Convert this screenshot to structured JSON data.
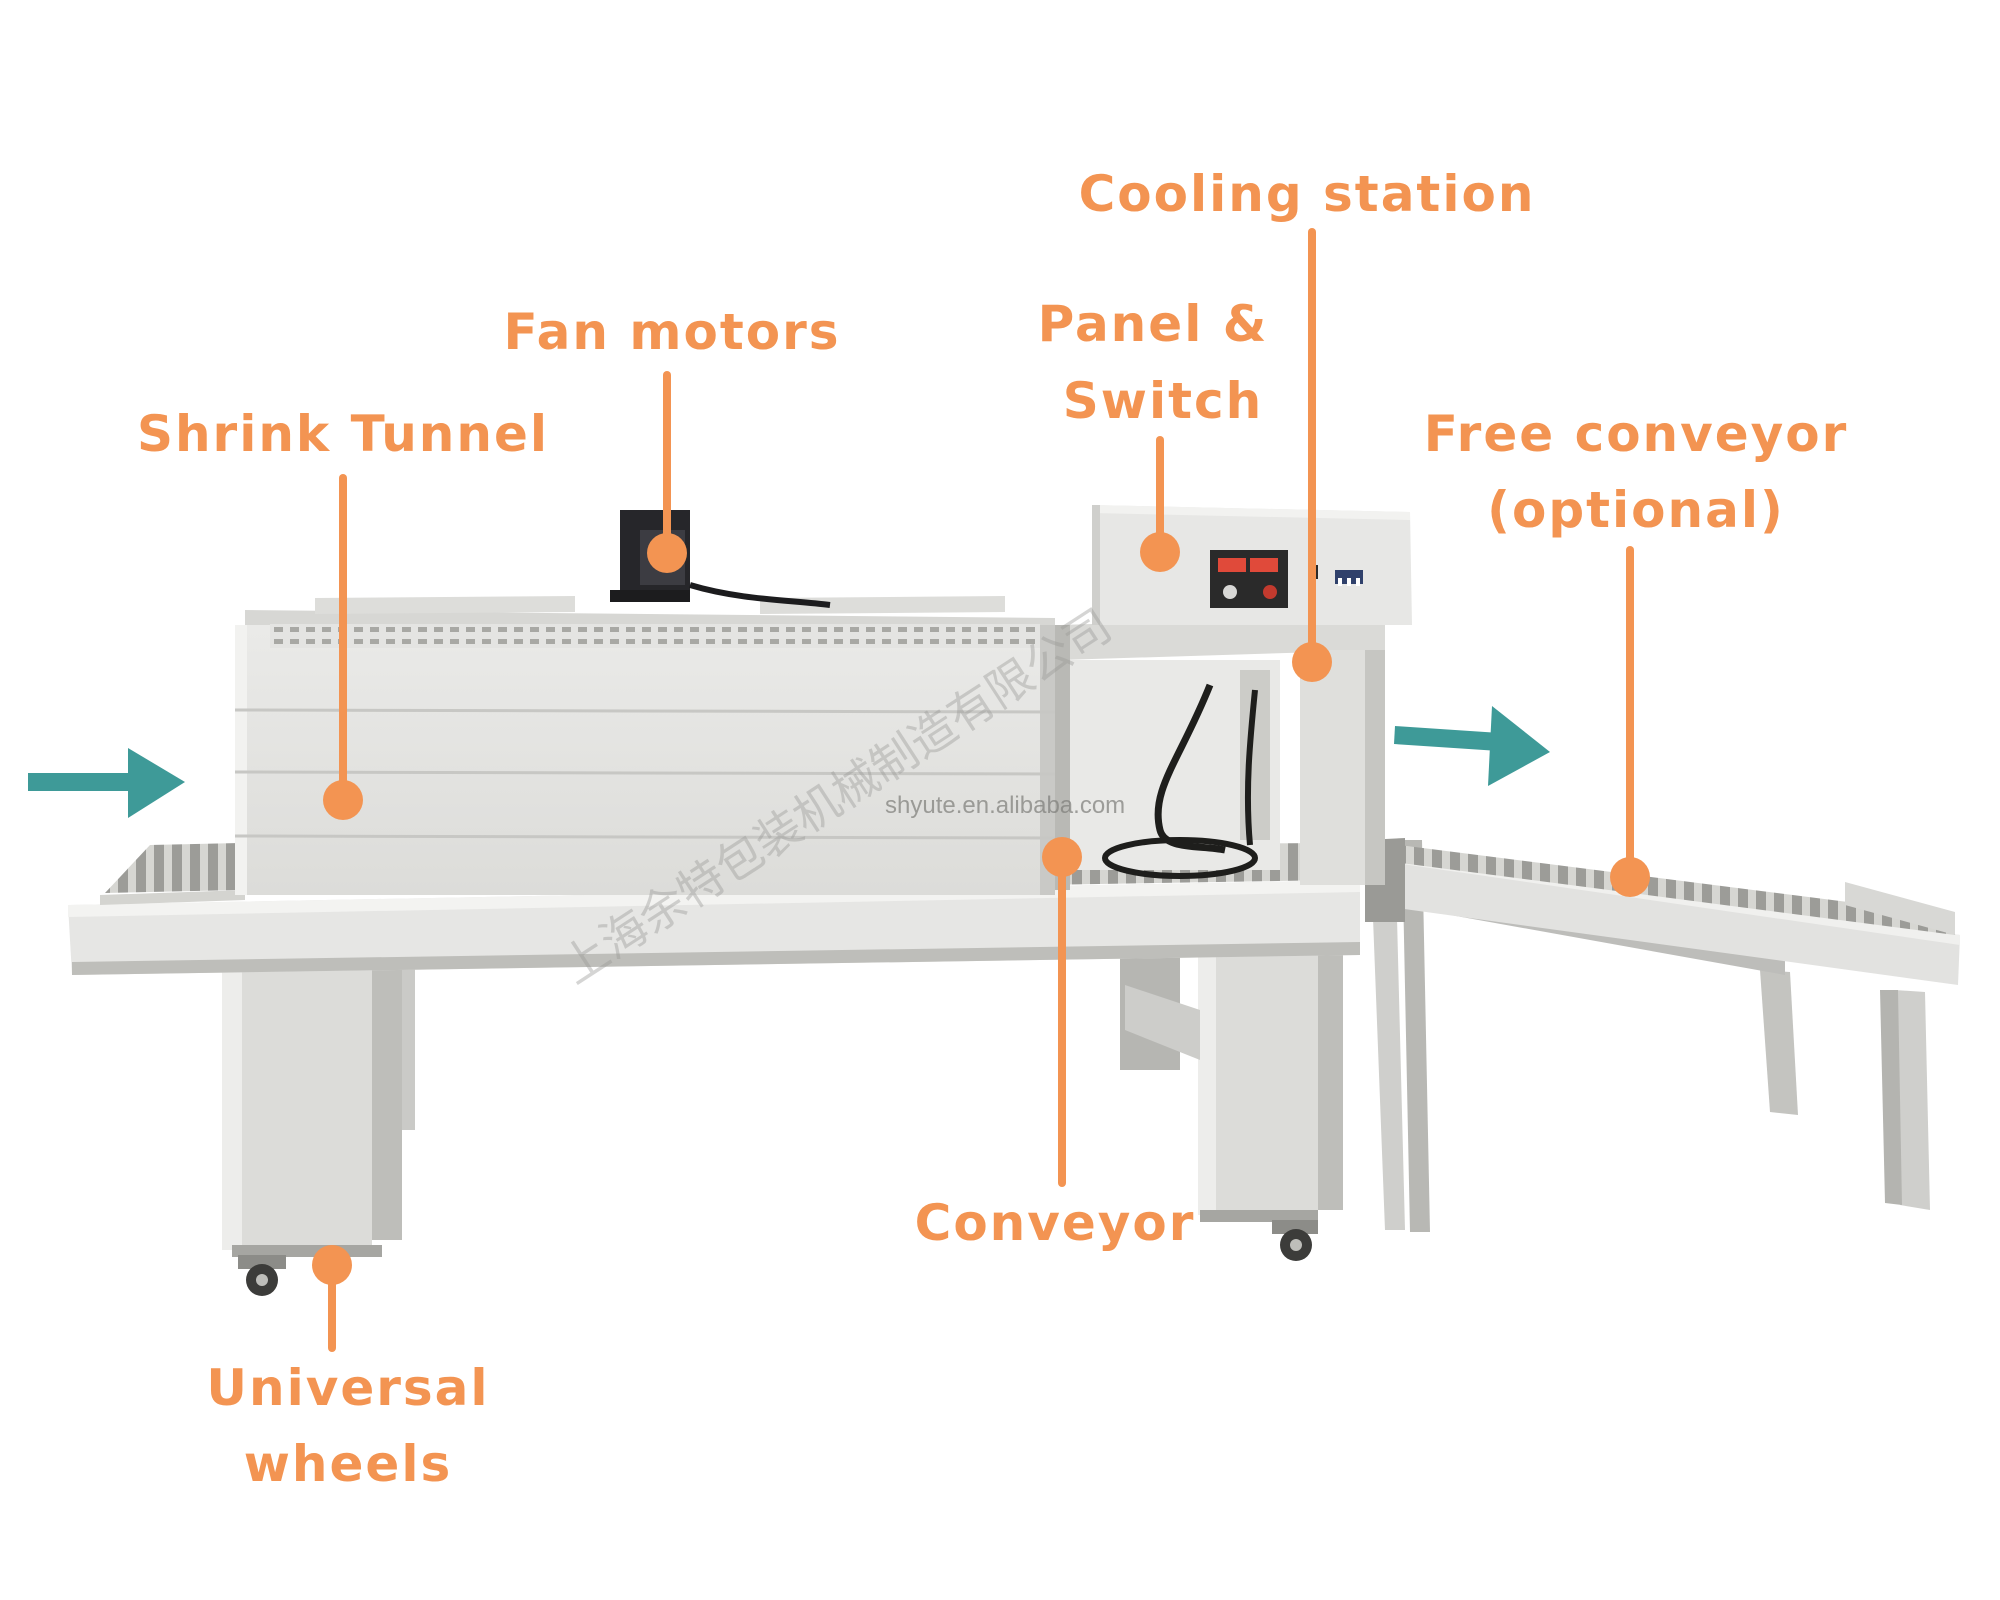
{
  "colors": {
    "accent": "#F39452",
    "flow_arrow": "#3E9A98",
    "machine_body": "#E4E4E2",
    "machine_shadow": "#BDBDBA",
    "machine_dark": "#8E8E8A",
    "background": "#FFFFFF"
  },
  "labels": {
    "shrink_tunnel": "Shrink Tunnel",
    "fan_motors": "Fan motors",
    "panel_switch_line1": "Panel &",
    "panel_switch_line2": "Switch",
    "cooling_station": "Cooling station",
    "free_conveyor_line1": "Free conveyor",
    "free_conveyor_line2": "(optional)",
    "conveyor": "Conveyor",
    "universal_wheels_line1": "Universal",
    "universal_wheels_line2": "wheels"
  },
  "watermark": {
    "url": "shyute.en.alibaba.com",
    "company": "上海余特包装机械制造有限公司"
  },
  "icons": {
    "entry_arrow": "arrow-right-icon",
    "exit_arrow": "arrow-right-icon"
  }
}
